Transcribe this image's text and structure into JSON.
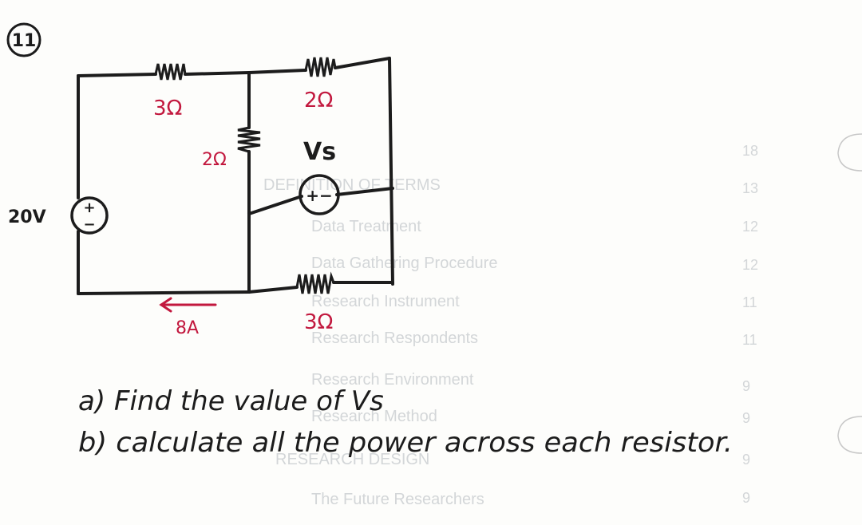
{
  "problem_number": "11",
  "components": {
    "source_voltage": "20V",
    "r_top_left": "3Ω",
    "r_middle_vertical": "2Ω",
    "r_top_right": "2Ω",
    "source_vs": "Vs",
    "r_bottom_right": "3Ω",
    "current": "8A"
  },
  "questions": {
    "a": "a) Find the value of Vs",
    "b": "b) calculate all the power across each resistor."
  },
  "colors": {
    "ink": "#1c1c1c",
    "label_red": "#c2183e",
    "bleed_through": "#c9cdd0",
    "paper": "#fdfdfb"
  }
}
